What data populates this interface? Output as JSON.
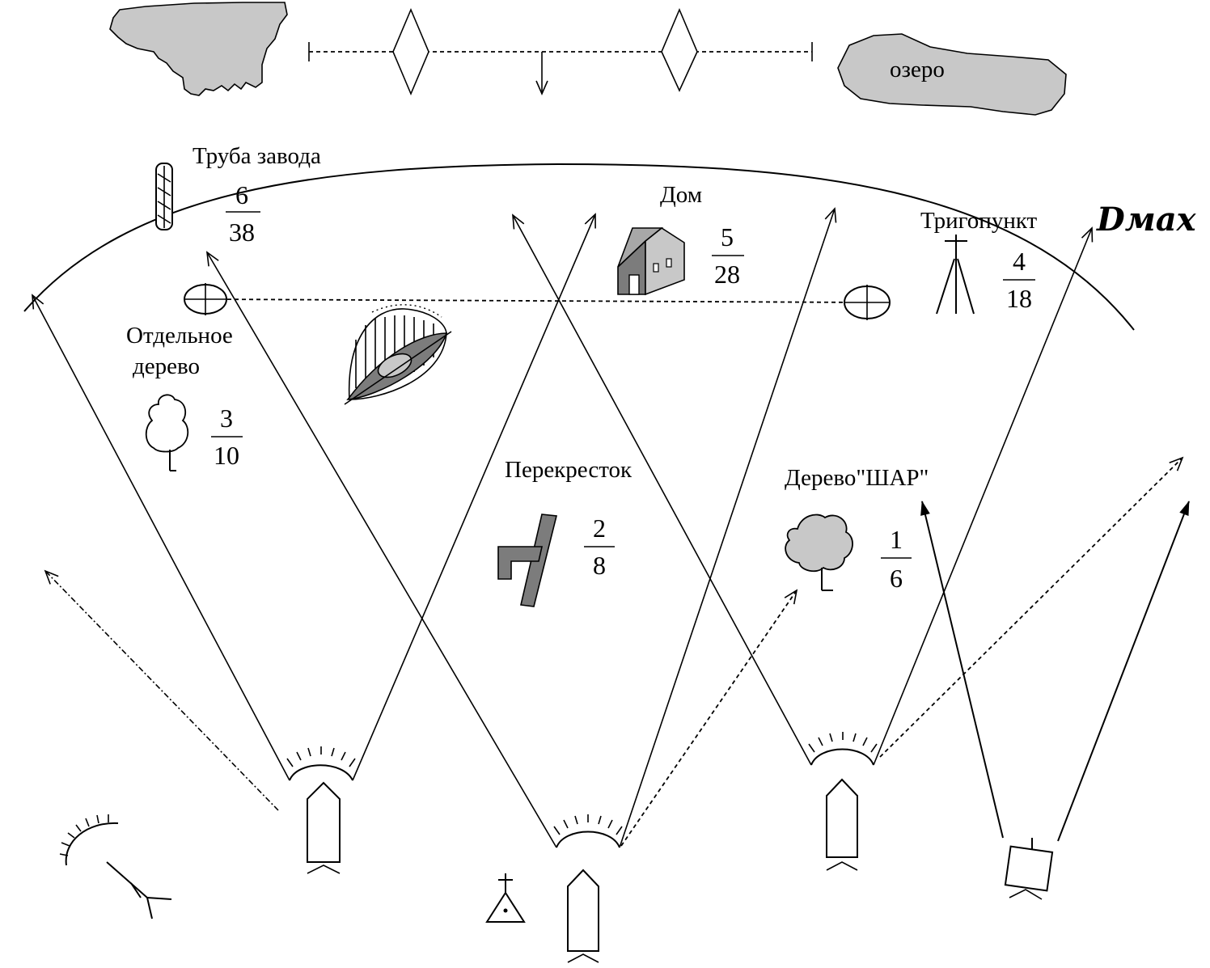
{
  "landmarks": {
    "lake": "озеро",
    "factory_pipe": "Труба завода",
    "house": "Дом",
    "trig_point": "Тригопункт",
    "single_tree": "Отдельное дерево",
    "crossroads": "Перекресток",
    "ball_tree": "Дерево\"ШАР\""
  },
  "fractions": [
    {
      "id": "pipe",
      "num": "6",
      "den": "38"
    },
    {
      "id": "house",
      "num": "5",
      "den": "28"
    },
    {
      "id": "trig",
      "num": "4",
      "den": "18"
    },
    {
      "id": "tree",
      "num": "3",
      "den": "10"
    },
    {
      "id": "cross",
      "num": "2",
      "den": "8"
    },
    {
      "id": "ball",
      "num": "1",
      "den": "6"
    }
  ],
  "max_range_label": "Dмах",
  "colors": {
    "line": "#000000",
    "light_fill": "#c8c8c8",
    "dark_fill": "#7c7c7c",
    "background": "#ffffff"
  }
}
